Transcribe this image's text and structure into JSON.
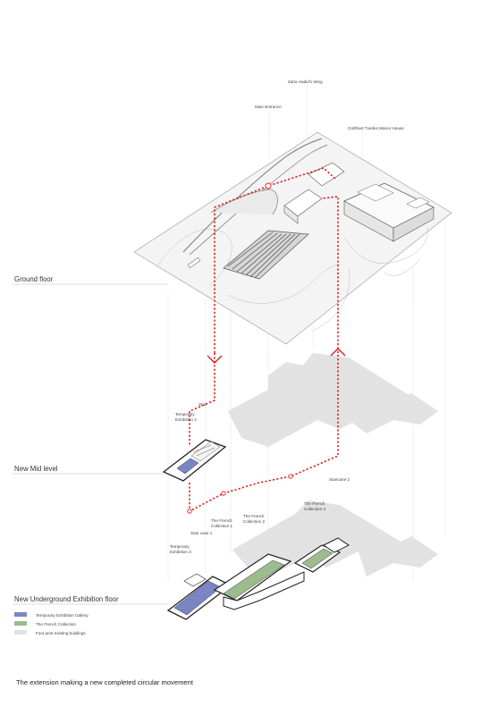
{
  "labels": {
    "zaha_hadids_wing": "Zaha Hadid's Wing",
    "main_entrance": "Main Entrance",
    "gottfried_manor": "Gottfried Tvedes Manor House",
    "staircase": "Stair",
    "temporary_exhibition_2_a": "Temporary",
    "temporary_exhibition_2_b": "Exhibition 2",
    "staircase_2": "Staircase 2",
    "french_collection_3_a": "The French",
    "french_collection_3_b": "Collection 3",
    "french_collection_1_a": "The French",
    "french_collection_1_b": "Collection 1",
    "french_collection_2_a": "The French",
    "french_collection_2_b": "Collection 2",
    "staircase_1": "Stair case 1",
    "temporary_exhibition_3_a": "Temporary",
    "temporary_exhibition_3_b": "Exhibition 3"
  },
  "levels": {
    "ground_floor": "Ground floor",
    "mid_level": "New Mid level",
    "underground": "New Underground Exhibition floor"
  },
  "legend": {
    "items": [
      {
        "label": "Temporary Exhibition Gallery",
        "color": "#7a86c4"
      },
      {
        "label": "The French Collection",
        "color": "#9cbc8e"
      },
      {
        "label": "Foot print existing buildings",
        "color": "#e2e2e2"
      }
    ]
  },
  "colors": {
    "route": "#e02020",
    "ground": "#f4f4f4",
    "footprint": "#e2e2e2",
    "temporary_gallery": "#7a86c4",
    "french_collection": "#9cbc8e"
  },
  "caption": "The extension making a new completed circular movement"
}
